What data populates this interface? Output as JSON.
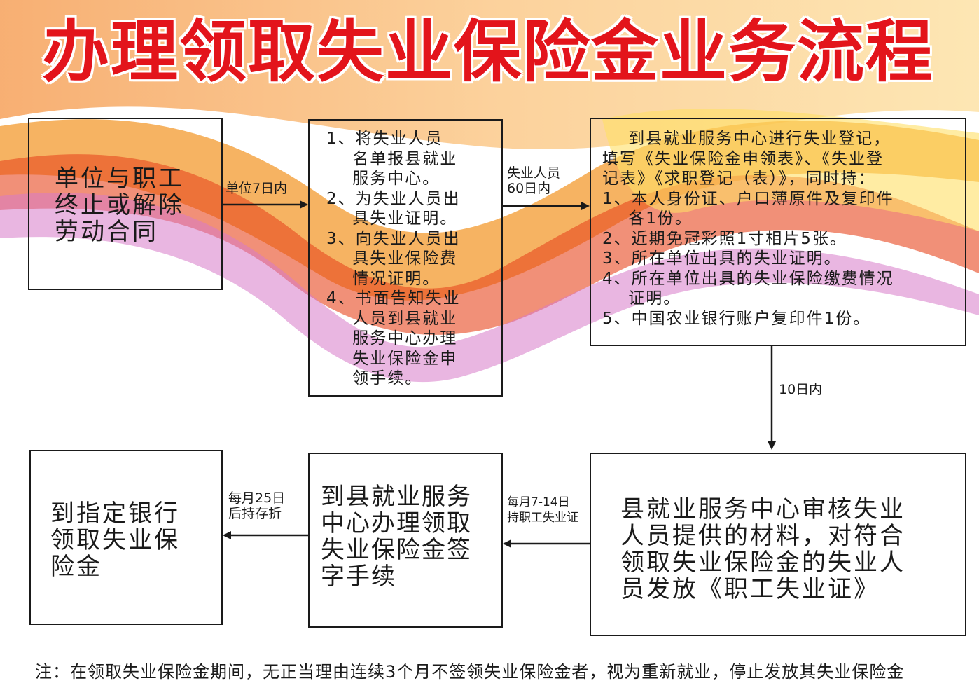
{
  "title": "办理领取失业保险金业务流程",
  "steps": {
    "step1": "单位与职工\n终止或解除\n劳动合同",
    "step2": "1、将失业人员\n    名单报县就业\n    服务中心。\n2、为失业人员出\n    具失业证明。\n3、向失业人员出\n    具失业保险费\n    情况证明。\n4、书面告知失业\n    人员到县就业\n    服务中心办理\n    失业保险金申\n    领手续。",
    "step3": "    到县就业服务中心进行失业登记，\n填写《失业保险金申领表》、《失业登\n记表》《求职登记（表）》，同时持：\n1、本人身份证、户口薄原件及复印件\n    各1份。\n2、近期免冠彩照1寸相片5张。\n3、所在单位出具的失业证明。\n4、所在单位出具的失业保险缴费情况\n    证明。\n5、中国农业银行账户复印件1份。",
    "step4": "县就业服务中心审核失业\n人员提供的材料，对符合\n领取失业保险金的失业人\n员发放《职工失业证》",
    "step5": "到县就业服务\n中心办理领取\n失业保险金签\n字手续",
    "step6": "到指定银行\n领取失业保\n险金"
  },
  "arrow_labels": {
    "a1": "单位7日内",
    "a2": "失业人员\n60日内",
    "a3": "10日内",
    "a4": "每月7-14日\n持职工失业证",
    "a5": "每月25日\n后持存折"
  },
  "note": "注：在领取失业保险金期间，无正当理由连续3个月不签领失业保险金者，视为重新就业，停止发放其失业保险金",
  "colors": {
    "title": "#e3141b",
    "band_orange": "#f39a2e",
    "band_red": "#e8461e",
    "band_pink": "#d77ac8",
    "band_yellow": "#ffe066"
  }
}
